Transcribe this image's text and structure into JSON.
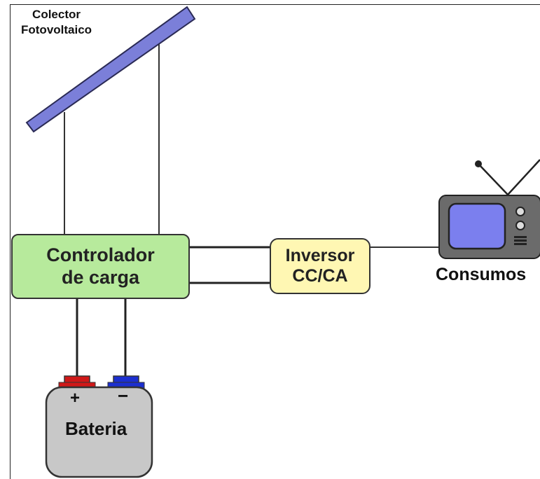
{
  "collector": {
    "line1": "Colector",
    "line2": "Fotovoltaico"
  },
  "controller": {
    "line1": "Controlador",
    "line2": "de carga"
  },
  "inverter": {
    "line1": "Inversor",
    "line2": "CC/CA"
  },
  "loads": {
    "label": "Consumos"
  },
  "battery": {
    "label": "Bateria",
    "plus": "+",
    "minus": "−"
  },
  "colors": {
    "panel": "#7b7fd9",
    "controller": "#b7ea9c",
    "inverter": "#fff7b3",
    "tv_body": "#6b6b6b",
    "tv_screen": "#7b7fee",
    "battery": "#c8c8c8",
    "terminal_plus": "#d01818",
    "terminal_minus": "#1c2fd0"
  }
}
